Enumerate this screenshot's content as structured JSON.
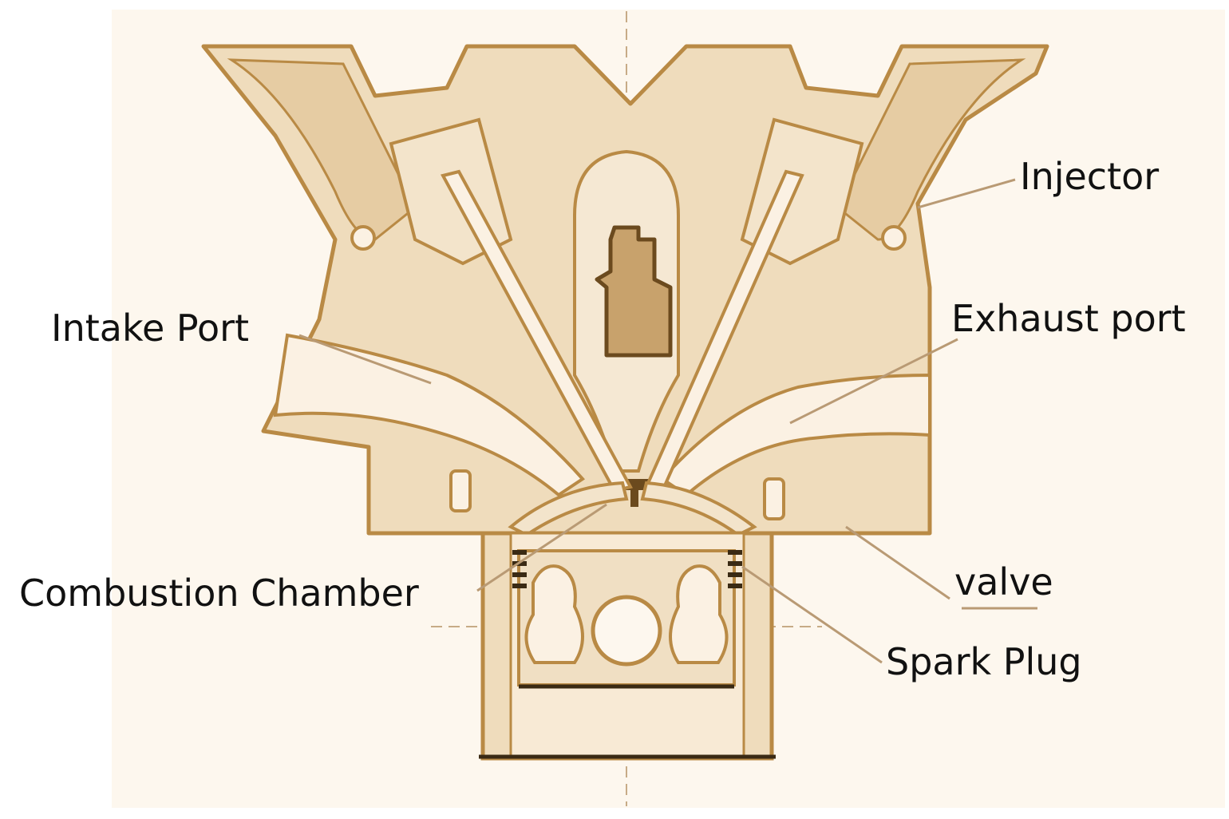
{
  "diagram": {
    "labels": {
      "injector": "Injector",
      "intake_port": "Intake Port",
      "exhaust_port": "Exhaust port",
      "combustion_chamber": "Combustion Chamber",
      "valve": "valve",
      "spark_plug": "Spark Plug"
    },
    "colors": {
      "background": "#fdf7ee",
      "body_fill": "#efdcbc",
      "outline": "#b98a45",
      "dark_part": "#c8a26c",
      "port_fill": "#fbf1e3",
      "leader_line": "#b99a74",
      "label_text": "#111111"
    }
  }
}
